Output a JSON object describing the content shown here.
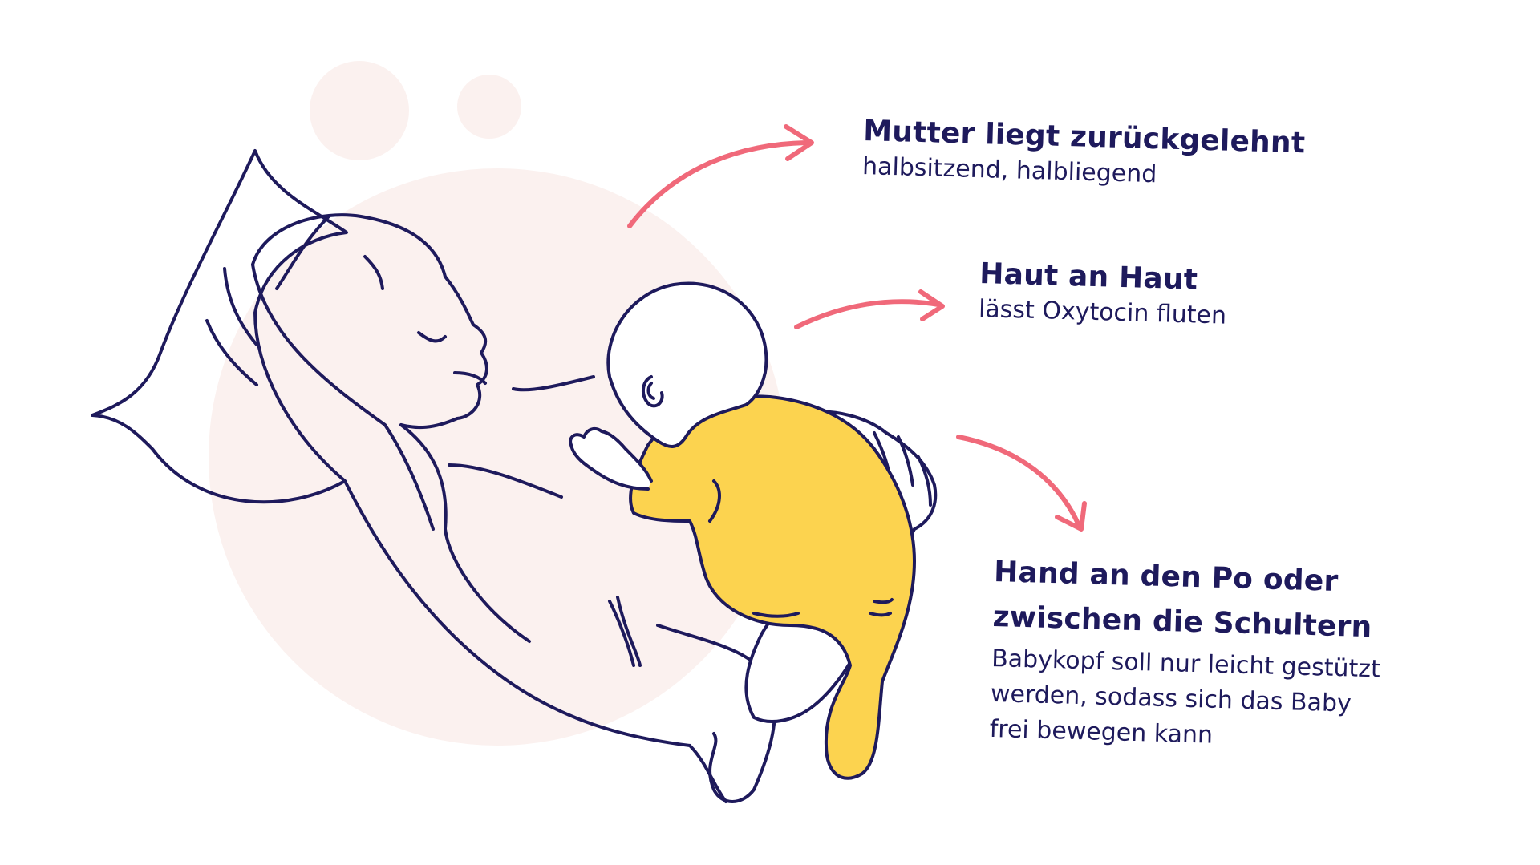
{
  "colors": {
    "ink": "#1e1a5c",
    "arrow": "#f0697a",
    "blush": "#fbf1ef",
    "onesie": "#fcd34f",
    "background": "#ffffff"
  },
  "callouts": [
    {
      "title": "Mutter liegt zurückgelehnt",
      "text_lines": [
        "halbsitzend, halbliegend"
      ]
    },
    {
      "title": "Haut an Haut",
      "text_lines": [
        "lässt Oxytocin fluten"
      ]
    },
    {
      "title_lines": [
        "Hand an den Po oder",
        "zwischen die Schultern"
      ],
      "text_lines": [
        "Babykopf soll nur leicht gestützt",
        "werden, sodass sich das Baby",
        "frei bewegen kann"
      ]
    }
  ],
  "icons": [
    "arrow-right-icon",
    "arrow-right-icon",
    "arrow-down-right-icon"
  ]
}
